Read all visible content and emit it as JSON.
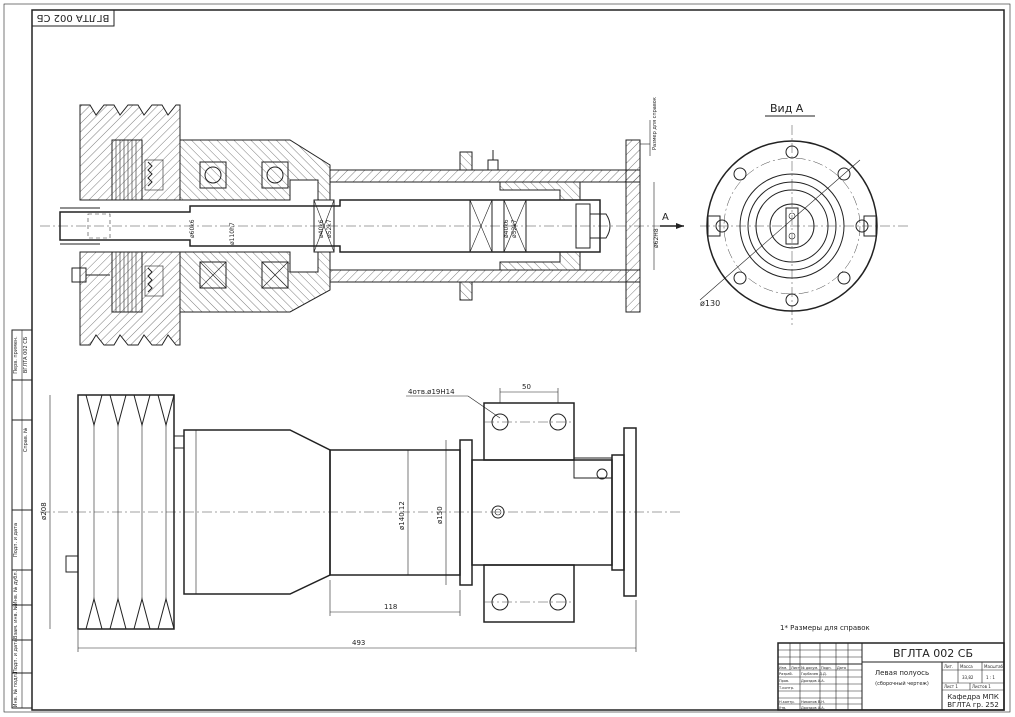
{
  "corner_stamp": "ВГЛТА 002 СБ",
  "view_label": "Вид А",
  "section_marker": "А",
  "dimensions": {
    "shaft_bore": "ø110h7",
    "shaft_d1": "ø60k6",
    "shaft_d2": "ø40k6",
    "shaft_d3": "ø52k7",
    "shaft_d4": "ø40k6",
    "shaft_d5": "ø52k7",
    "housing_d": "ø62H8",
    "end_view_d": "ø130",
    "pulley_d": "ø208",
    "holes": "4отв.ø19H14",
    "hole_spacing": "50",
    "body_d": "ø150",
    "tube_d": "ø140.12",
    "length_118": "118",
    "overall_length": "493",
    "top_note": "Размер для справок"
  },
  "notes": {
    "note_1": "1* Размеры для справок"
  },
  "left_strip": {
    "cell_1": "Перв. примен.",
    "cell_2": "ВГЛТА 002 СБ",
    "cell_3": "Справ. №",
    "cell_4": "Подп. и дата",
    "cell_5": "Инв. № дубл.",
    "cell_6": "Взам. инв. №",
    "cell_7": "Подп. и дата",
    "cell_8": "Инв. № подл."
  },
  "title_block": {
    "designation": "ВГЛТА 002 СБ",
    "name_line1": "Левая полуось",
    "name_line2": "(сборочный чертеж)",
    "col_lit": "Лит.",
    "col_mass": "Масса",
    "col_scale": "Масштаб",
    "mass_value": "33,82",
    "scale_value": "1 : 1",
    "sheet_label": "Лист 1",
    "sheets_label": "Листов 1",
    "org_line1": "Кафедра МПК",
    "org_line2": "ВГЛТА гр. 252",
    "row_labels": [
      "Изм.",
      "Лист",
      "№ докум.",
      "Подп.",
      "Дата"
    ],
    "roles": [
      "Разраб.",
      "Пров.",
      "Т.контр.",
      "Н.контр.",
      "Утв."
    ],
    "names": [
      "Горбачев Д.Д.",
      "Дроздов А.А.",
      "",
      "Никонов В.Н.",
      "Дроздов А.А."
    ]
  }
}
